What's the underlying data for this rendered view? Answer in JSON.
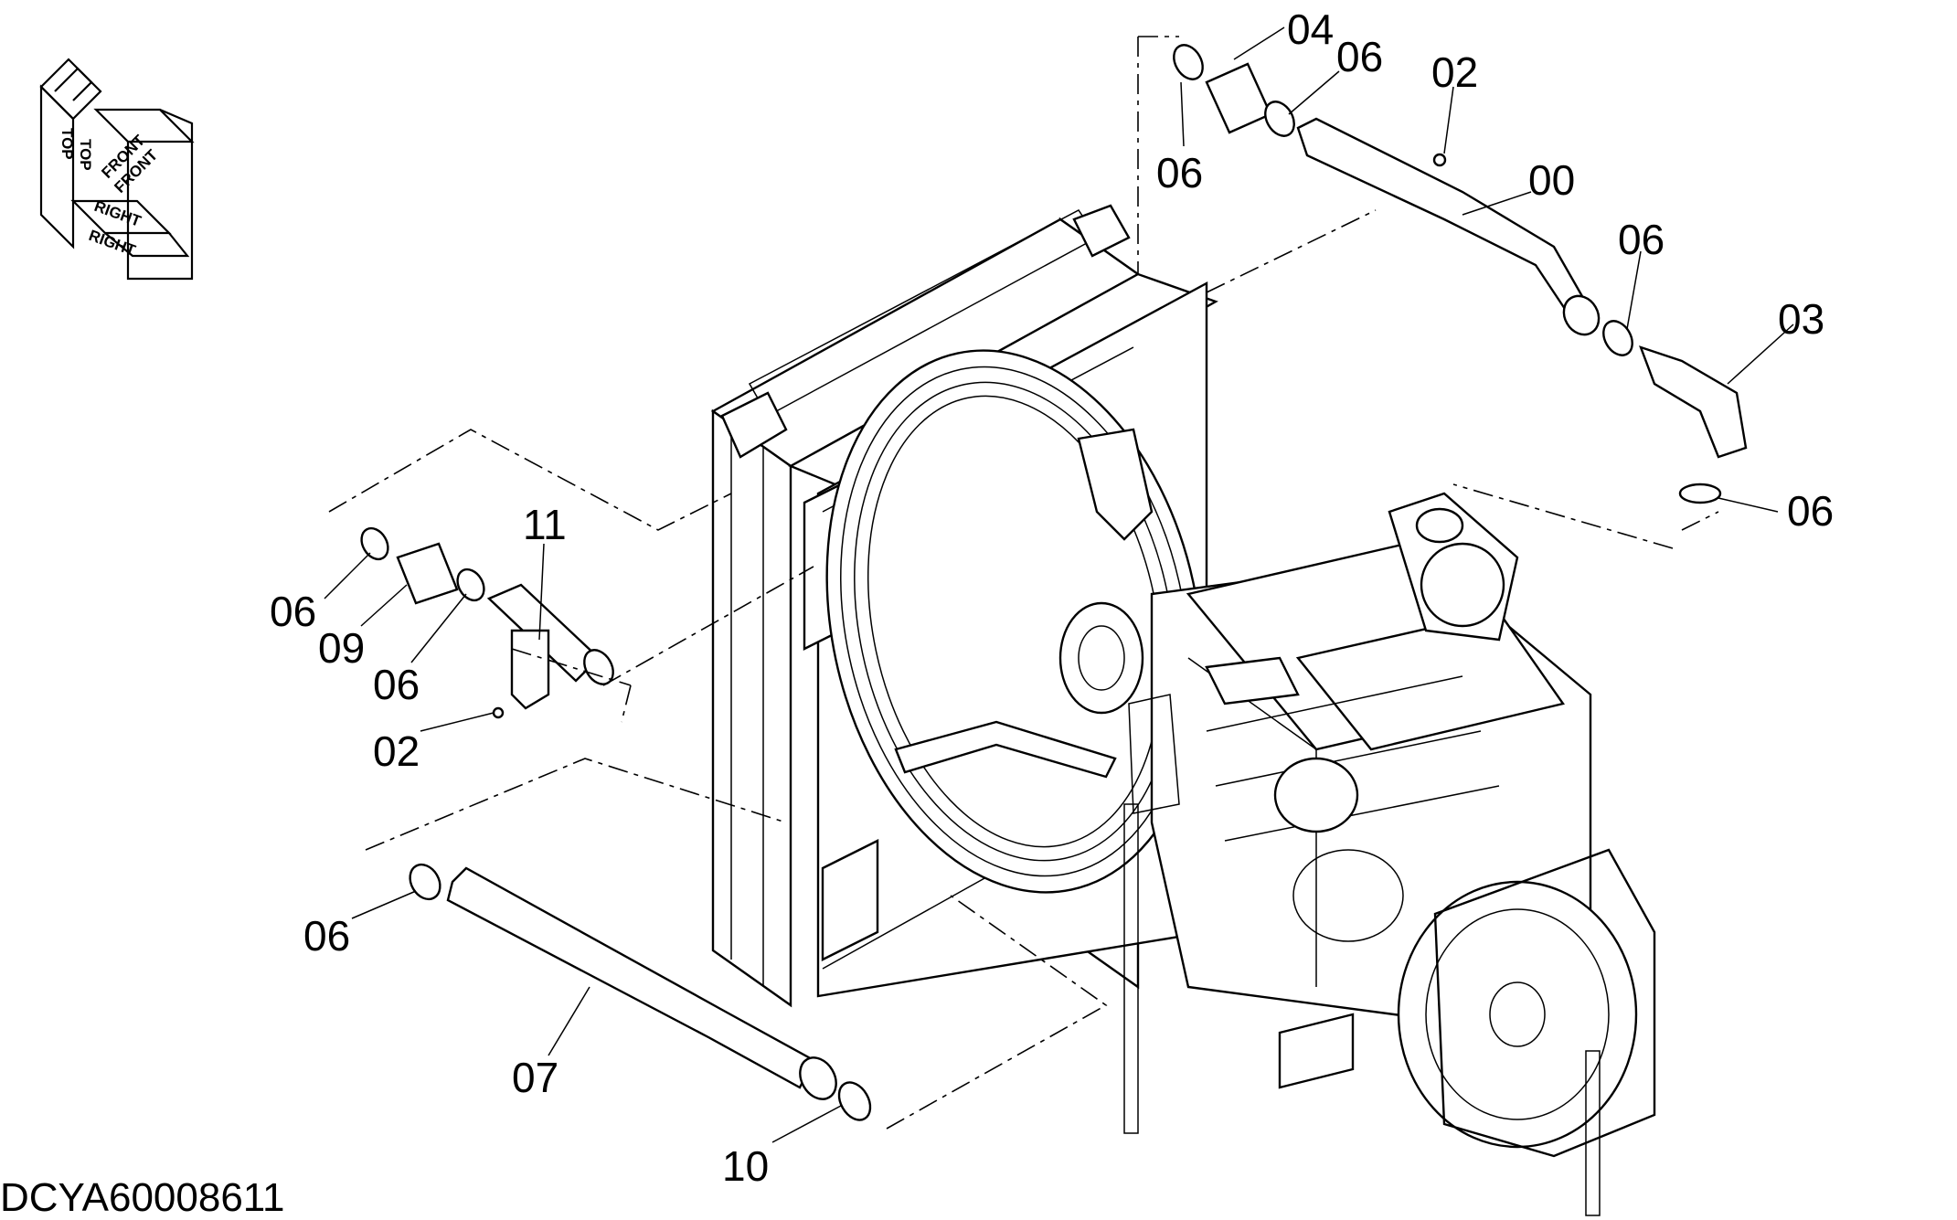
{
  "diagram": {
    "drawing_code": "DCYA60008611",
    "orientation": {
      "top": "TOP",
      "front": "FRONT",
      "right": "RIGHT"
    },
    "callouts": [
      {
        "id": "c-00",
        "label": "00"
      },
      {
        "id": "c-02a",
        "label": "02"
      },
      {
        "id": "c-02b",
        "label": "02"
      },
      {
        "id": "c-03",
        "label": "03"
      },
      {
        "id": "c-04",
        "label": "04"
      },
      {
        "id": "c-06a",
        "label": "06"
      },
      {
        "id": "c-06b",
        "label": "06"
      },
      {
        "id": "c-06c",
        "label": "06"
      },
      {
        "id": "c-06d",
        "label": "06"
      },
      {
        "id": "c-06e",
        "label": "06"
      },
      {
        "id": "c-06f",
        "label": "06"
      },
      {
        "id": "c-06g",
        "label": "06"
      },
      {
        "id": "c-07",
        "label": "07"
      },
      {
        "id": "c-09",
        "label": "09"
      },
      {
        "id": "c-10",
        "label": "10"
      },
      {
        "id": "c-11",
        "label": "11"
      }
    ]
  }
}
